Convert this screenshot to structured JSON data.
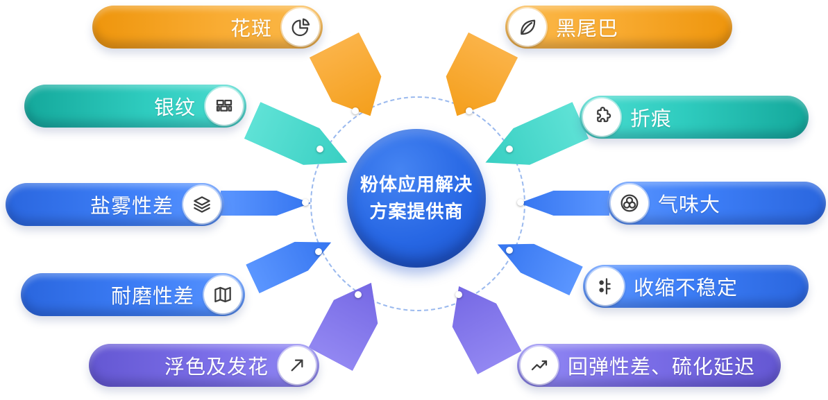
{
  "center": {
    "line1": "粉体应用解决",
    "line2": "方案提供商"
  },
  "nodes": [
    {
      "label": "花斑",
      "icon": "pie-chart-icon",
      "color": "#F9A82A",
      "side": "left"
    },
    {
      "label": "黑尾巴",
      "icon": "leaf-icon",
      "color": "#F9A82A",
      "side": "right"
    },
    {
      "label": "银纹",
      "icon": "bricks-icon",
      "color": "#2BC8BB",
      "side": "left"
    },
    {
      "label": "折痕",
      "icon": "puzzle-icon",
      "color": "#2BC8BB",
      "side": "right"
    },
    {
      "label": "盐雾性差",
      "icon": "layers-icon",
      "color": "#3D7EF7",
      "side": "left"
    },
    {
      "label": "气味大",
      "icon": "rings-icon",
      "color": "#3D7EF7",
      "side": "right"
    },
    {
      "label": "耐磨性差",
      "icon": "map-icon",
      "color": "#3D7EF7",
      "side": "left"
    },
    {
      "label": "收缩不稳定",
      "icon": "slider-icon",
      "color": "#3D7EF7",
      "side": "right"
    },
    {
      "label": "浮色及发花",
      "icon": "arrow-up-right-icon",
      "color": "#7C6FE9",
      "side": "left"
    },
    {
      "label": "回弹性差、硫化延迟",
      "icon": "line-chart-icon",
      "color": "#7C6FE9",
      "side": "right"
    }
  ],
  "palette": {
    "orange": "#F9A82A",
    "teal": "#2BC8BB",
    "blue": "#3D7EF7",
    "purple": "#7C6FE9",
    "center_circle_blue": "#2263E0",
    "dashed_ring": "#9AB9EE",
    "background": "#FFFFFF",
    "text_on_pill": "#FFFFFF"
  }
}
